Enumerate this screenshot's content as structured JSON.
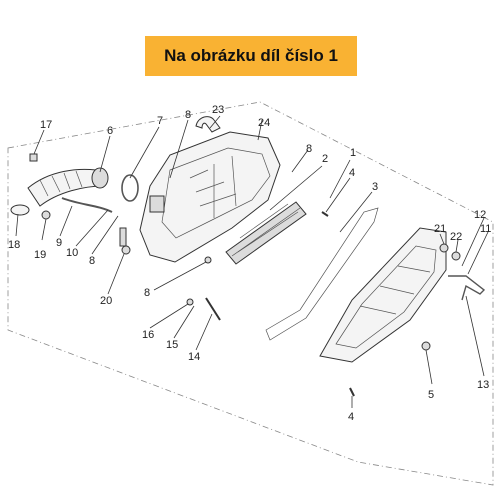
{
  "banner": {
    "text": "Na obrázku díl číslo 1"
  },
  "callouts": [
    "17",
    "6",
    "7",
    "8",
    "23",
    "24",
    "8",
    "1",
    "2",
    "4",
    "3",
    "18",
    "19",
    "9",
    "10",
    "8",
    "20",
    "8",
    "16",
    "15",
    "14",
    "21",
    "22",
    "12",
    "11",
    "5",
    "13",
    "4"
  ],
  "colors": {
    "banner_bg": "#f9b233",
    "line": "#333333"
  }
}
